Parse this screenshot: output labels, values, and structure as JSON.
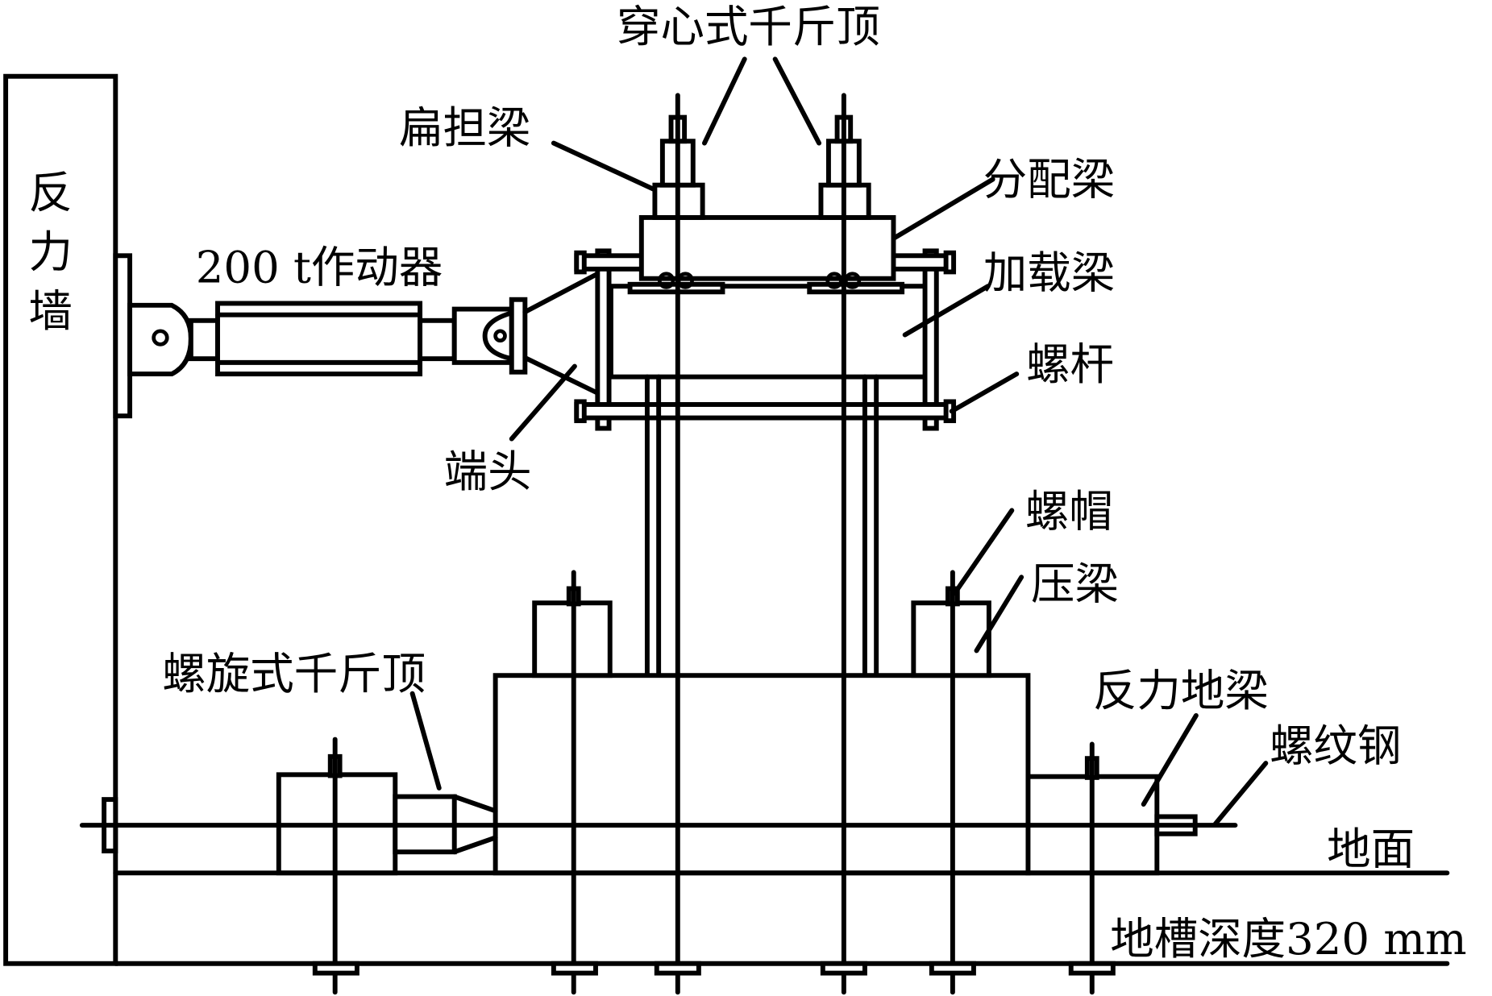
{
  "figure": {
    "type": "test-setup-schematic",
    "colors": {
      "line": "#000000",
      "background": "#ffffff"
    }
  },
  "labels": {
    "reaction_wall": [
      "反",
      "力",
      "墙"
    ],
    "hollow_jack": "穿心式千斤顶",
    "carrying_beam": "扁担梁",
    "distribution_beam": "分配梁",
    "actuator": "200 t作动器",
    "loading_beam": "加载梁",
    "screw_rod": "螺杆",
    "end_head": "端头",
    "nut": "螺帽",
    "pressure_beam": "压梁",
    "screw_jack": "螺旋式千斤顶",
    "reaction_ground_beam": "反力地梁",
    "rebar": "螺纹钢",
    "ground": "地面",
    "trench_depth": "地槽深度320 mm"
  }
}
